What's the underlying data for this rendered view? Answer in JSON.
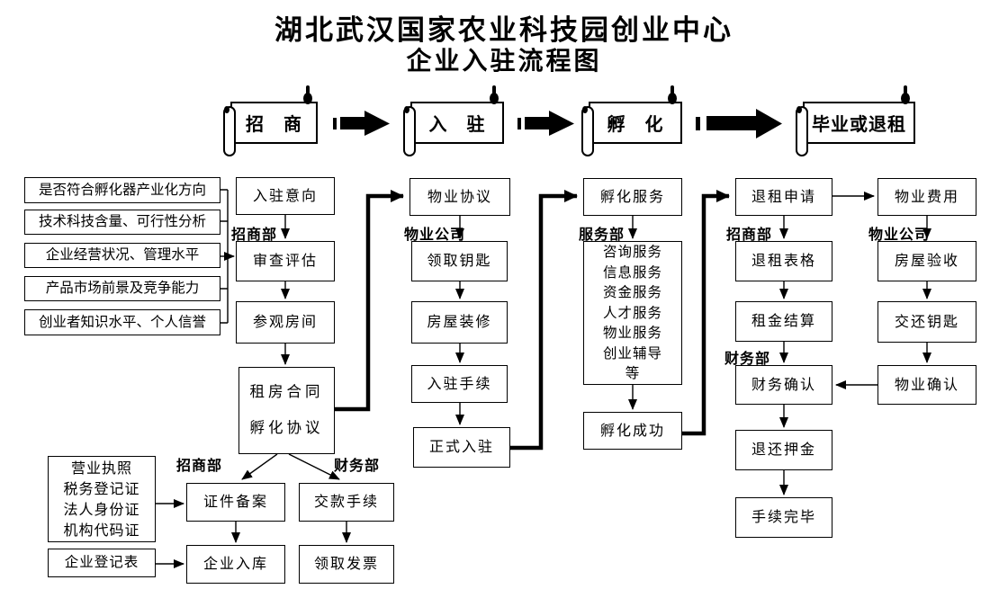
{
  "colors": {
    "ink": "#000000",
    "paper": "#ffffff"
  },
  "title": {
    "line1": "湖北武汉国家农业科技园创业中心",
    "line2": "企业入驻流程图"
  },
  "banners": [
    {
      "label": "招　商"
    },
    {
      "label": "入　驻"
    },
    {
      "label": "孵　化"
    },
    {
      "label": "毕业或退租"
    }
  ],
  "criteria": [
    "是否符合孵化器产业化方向",
    "技术科技含量、可行性分析",
    "企业经营状况、管理水平",
    "产品市场前景及竞争能力",
    "创业者知识水平、个人信誉"
  ],
  "departments": {
    "recruit_col2": "招商部",
    "property_col3": "物业公司",
    "service_col4": "服务部",
    "recruit_col5": "招商部",
    "finance_col5": "财务部",
    "property_col6": "物业公司",
    "recruit_bottom": "招商部",
    "finance_bottom": "财务部"
  },
  "nodes": {
    "intent": "入驻意向",
    "review": "审查评估",
    "visit": "参观房间",
    "contract_line1": "租房合同",
    "contract_line2": "孵化协议",
    "cert_filing": "证件备案",
    "company_entry": "企业入库",
    "payment": "交款手续",
    "invoice": "领取发票",
    "registration_form": "企业登记表",
    "property_agreement": "物业协议",
    "get_keys": "领取钥匙",
    "renovation": "房屋装修",
    "checkin_procedure": "入驻手续",
    "official_checkin": "正式入驻",
    "incubation_service": "孵化服务",
    "incubation_success": "孵化成功",
    "refund_apply": "退租申请",
    "refund_form": "退租表格",
    "rent_settlement": "租金结算",
    "finance_confirm": "财务确认",
    "deposit_refund": "退还押金",
    "procedure_complete": "手续完毕",
    "property_fee": "物业费用",
    "house_inspection": "房屋验收",
    "return_keys": "交还钥匙",
    "property_confirm": "物业确认"
  },
  "documents": [
    "营业执照",
    "税务登记证",
    "法人身份证",
    "机构代码证"
  ],
  "services": [
    "咨询服务",
    "信息服务",
    "资金服务",
    "人才服务",
    "物业服务",
    "创业辅导",
    "等"
  ]
}
